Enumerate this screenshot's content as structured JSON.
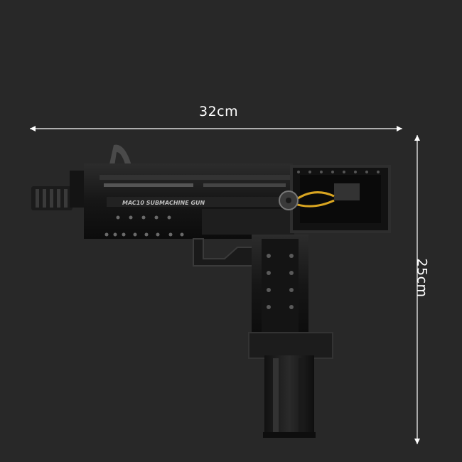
{
  "dimensions": {
    "width_label": "32cm",
    "height_label": "25cm"
  },
  "product": {
    "engraving": "MAC10 SUBMACHINE GUN"
  },
  "colors": {
    "background": "#282828",
    "dimension_line": "#ffffff",
    "body": "#151515",
    "accent": "#d9a521"
  }
}
